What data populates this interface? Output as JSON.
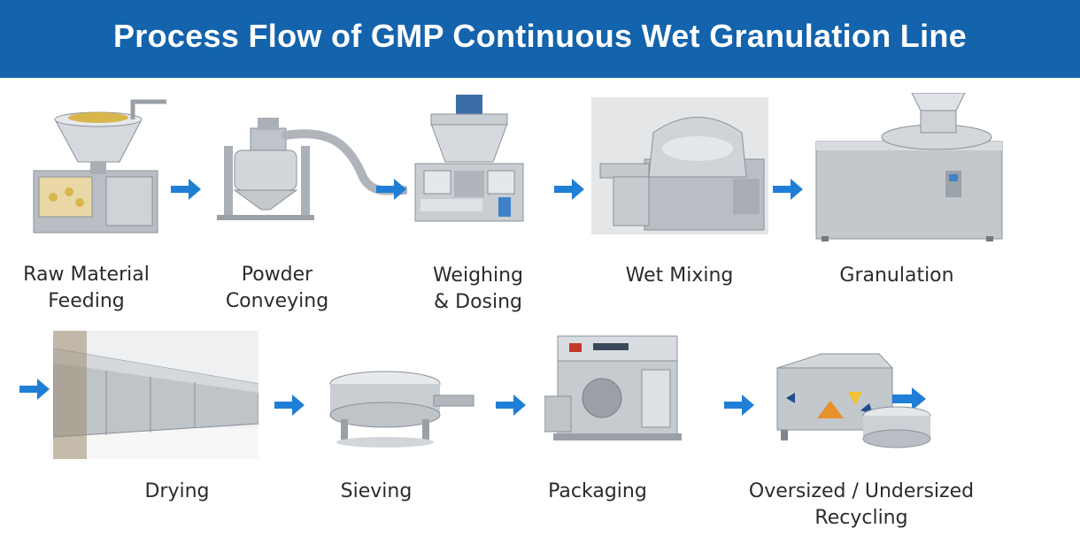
{
  "title": "Process Flow of GMP Continuous Wet Granulation Line",
  "colors": {
    "banner": "#1363ad",
    "arrow": "#1f7fd6",
    "steel": "#c9ced4",
    "text": "#2b2b2b"
  },
  "stages": [
    {
      "label": "Raw Material\nFeeding",
      "icon": "hopper-feeder-icon"
    },
    {
      "label": "Powder\nConveying",
      "icon": "vacuum-conveyor-icon"
    },
    {
      "label": "Weighing\n& Dosing",
      "icon": "dosing-machine-icon"
    },
    {
      "label": "Wet Mixing",
      "icon": "wet-mixer-icon"
    },
    {
      "label": "Granulation",
      "icon": "granulator-icon"
    },
    {
      "label": "Drying",
      "icon": "drying-oven-icon"
    },
    {
      "label": "Sieving",
      "icon": "vibrating-sieve-icon"
    },
    {
      "label": "Packaging",
      "icon": "packaging-machine-icon"
    },
    {
      "label": "Oversized / Undersized\nRecycling",
      "icon": "recycling-unit-icon"
    }
  ]
}
